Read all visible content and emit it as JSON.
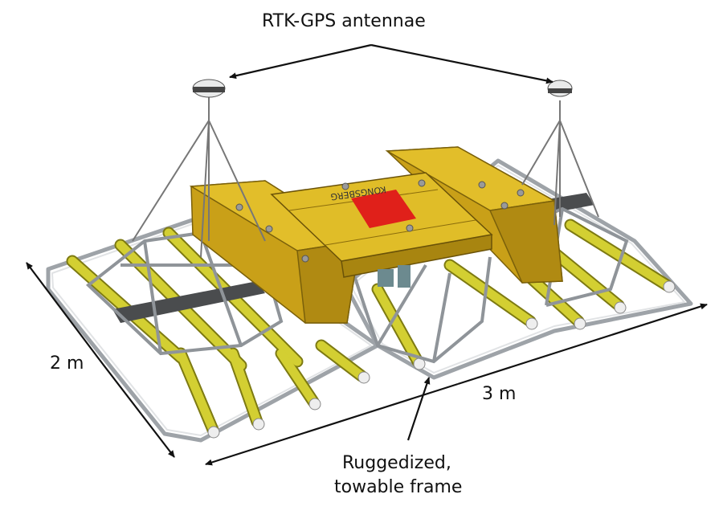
{
  "labels": {
    "antennae": "RTK-GPS antennae",
    "width": "2 m",
    "length": "3 m",
    "frame_line1": "Ruggedized,",
    "frame_line2": "towable frame"
  },
  "logo": {
    "text": "KONGSBERG"
  },
  "colors": {
    "body": "#d9b21c",
    "body_dark": "#a88510",
    "frame": "#b8bcc0",
    "tube": "#c9c52a",
    "logo_red": "#e0201a",
    "arrow": "#111111"
  }
}
